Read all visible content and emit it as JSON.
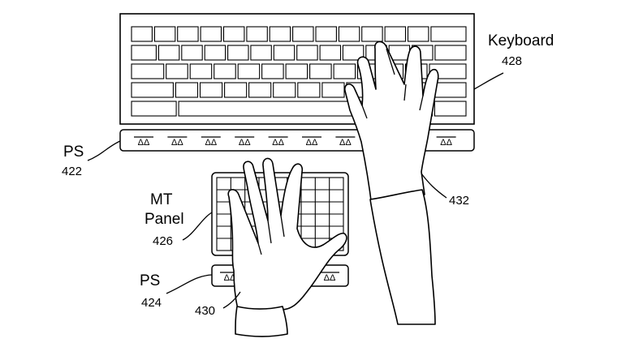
{
  "labels": {
    "keyboard": "Keyboard",
    "keyboard_ref": "428",
    "ps_top": "PS",
    "ps_top_ref": "422",
    "mt_line1": "MT",
    "mt_line2": "Panel",
    "mt_ref": "426",
    "ps_bottom": "PS",
    "ps_bottom_ref": "424",
    "left_hand_ref": "430",
    "right_hand_ref": "432"
  },
  "icons": {
    "pressure_sensor_glyph": "ΔΔ"
  }
}
